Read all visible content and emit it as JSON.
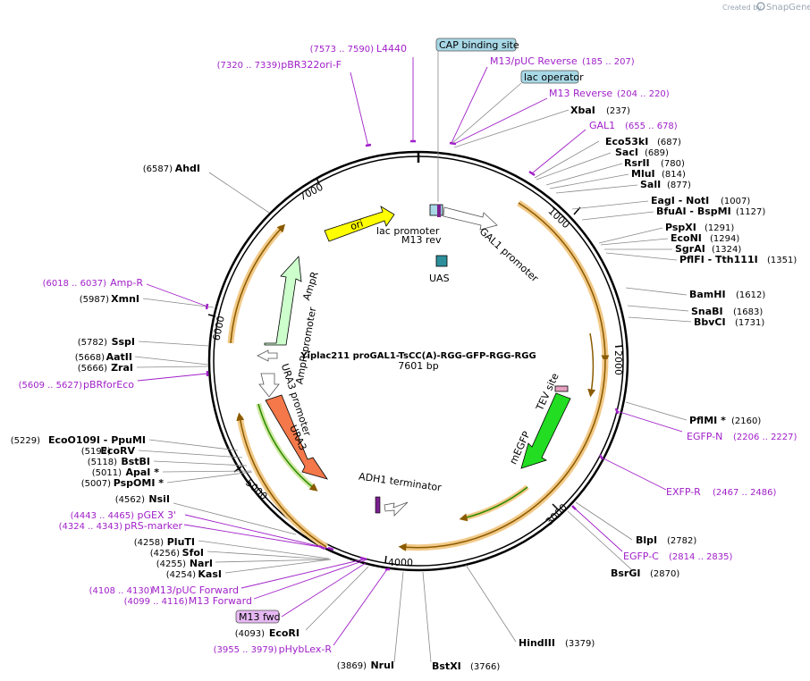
{
  "plasmid": {
    "name": "Yiplac211 proGAL1-TsCC(A)-RGG-GFP-RGG-RGG",
    "size": "7601 bp"
  },
  "credit": {
    "prefix": "Created by",
    "brand": "SnapGene"
  },
  "ticks": [
    "1000",
    "2000",
    "3000",
    "4000",
    "5000",
    "6000",
    "7000"
  ],
  "sites": [
    {
      "name": "XbaI",
      "pos": "(237)"
    },
    {
      "name": "Eco53kI",
      "pos": "(687)"
    },
    {
      "name": "SacI",
      "pos": "(689)"
    },
    {
      "name": "RsrII",
      "pos": "(780)"
    },
    {
      "name": "MluI",
      "pos": "(814)"
    },
    {
      "name": "SalI",
      "pos": "(877)"
    },
    {
      "name": "EagI - NotI",
      "pos": "(1007)"
    },
    {
      "name": "BfuAI - BspMI",
      "pos": "(1127)"
    },
    {
      "name": "PspXI",
      "pos": "(1291)"
    },
    {
      "name": "EcoNI",
      "pos": "(1294)"
    },
    {
      "name": "SgrAI",
      "pos": "(1324)"
    },
    {
      "name": "PflFI - Tth111I",
      "pos": "(1351)"
    },
    {
      "name": "BamHI",
      "pos": "(1612)"
    },
    {
      "name": "SnaBI",
      "pos": "(1683)"
    },
    {
      "name": "BbvCI",
      "pos": "(1731)"
    },
    {
      "name": "PflMI *",
      "pos": "(2160)"
    },
    {
      "name": "BlpI",
      "pos": "(2782)"
    },
    {
      "name": "BsrGI",
      "pos": "(2870)"
    },
    {
      "name": "HindIII",
      "pos": "(3379)"
    },
    {
      "name": "BstXI",
      "pos": "(3766)"
    },
    {
      "name": "NruI",
      "pos": "(3869)"
    },
    {
      "name": "EcoRI",
      "pos": "(4093)"
    },
    {
      "name": "KasI",
      "pos": "(4254)"
    },
    {
      "name": "NarI",
      "pos": "(4255)"
    },
    {
      "name": "SfoI",
      "pos": "(4256)"
    },
    {
      "name": "PluTI",
      "pos": "(4258)"
    },
    {
      "name": "NsiI",
      "pos": "(4562)"
    },
    {
      "name": "PspOMI *",
      "pos": "(5007)"
    },
    {
      "name": "ApaI *",
      "pos": "(5011)"
    },
    {
      "name": "BstBI",
      "pos": "(5118)"
    },
    {
      "name": "EcoRV",
      "pos": "(5197)"
    },
    {
      "name": "EcoO109I - PpuMI",
      "pos": "(5229)"
    },
    {
      "name": "ZraI",
      "pos": "(5666)"
    },
    {
      "name": "AatII",
      "pos": "(5668)"
    },
    {
      "name": "SspI",
      "pos": "(5782)"
    },
    {
      "name": "XmnI",
      "pos": "(5987)"
    },
    {
      "name": "AhdI",
      "pos": "(6587)"
    }
  ],
  "primers": [
    {
      "name": "L4440",
      "pos": "(7573 .. 7590)"
    },
    {
      "name": "pBR322ori-F",
      "pos": "(7320 .. 7339)"
    },
    {
      "name": "M13/pUC Reverse",
      "pos": "(185 .. 207)"
    },
    {
      "name": "M13 Reverse",
      "pos": "(204 .. 220)"
    },
    {
      "name": "GAL1",
      "pos": "(655 .. 678)"
    },
    {
      "name": "EGFP-N",
      "pos": "(2206 .. 2227)"
    },
    {
      "name": "EXFP-R",
      "pos": "(2467 .. 2486)"
    },
    {
      "name": "EGFP-C",
      "pos": "(2814 .. 2835)"
    },
    {
      "name": "Amp-R",
      "pos": "(6018 .. 6037)"
    },
    {
      "name": "pBRforEco",
      "pos": "(5609 .. 5627)"
    },
    {
      "name": "pGEX 3'",
      "pos": "(4443 .. 4465)"
    },
    {
      "name": "pRS-marker",
      "pos": "(4324 .. 4343)"
    },
    {
      "name": "M13/pUC Forward",
      "pos": "(4108 .. 4130)"
    },
    {
      "name": "M13 Forward",
      "pos": "(4099 .. 4116)"
    },
    {
      "name": "pHybLex-R",
      "pos": "(3955 .. 3979)"
    }
  ],
  "boxed": {
    "cap": "CAP binding site",
    "lacop": "lac operator",
    "m13fwd": "M13 fwd"
  },
  "features": {
    "ori": "ori",
    "ampr": "AmpR",
    "amprp": "AmpR promoter",
    "ura3p": "URA3 promoter",
    "ura3": "URA3",
    "lacp": "lac promoter",
    "m13rev": "M13 rev",
    "gal1p": "GAL1 promoter",
    "uas": "UAS",
    "tev": "TEV site",
    "megfp": "mEGFP",
    "adh1": "ADH1 terminator"
  },
  "colors": {
    "primer": "#a020c8",
    "ori": "#ffff00",
    "ampr": "#ccffcc",
    "ura3": "#f4784a",
    "egfp": "#22dd22",
    "orf": "#f2b35c",
    "cap": "#a8d8e6",
    "m13box": "#e6b8f2",
    "uas": "#2e8f9c"
  }
}
